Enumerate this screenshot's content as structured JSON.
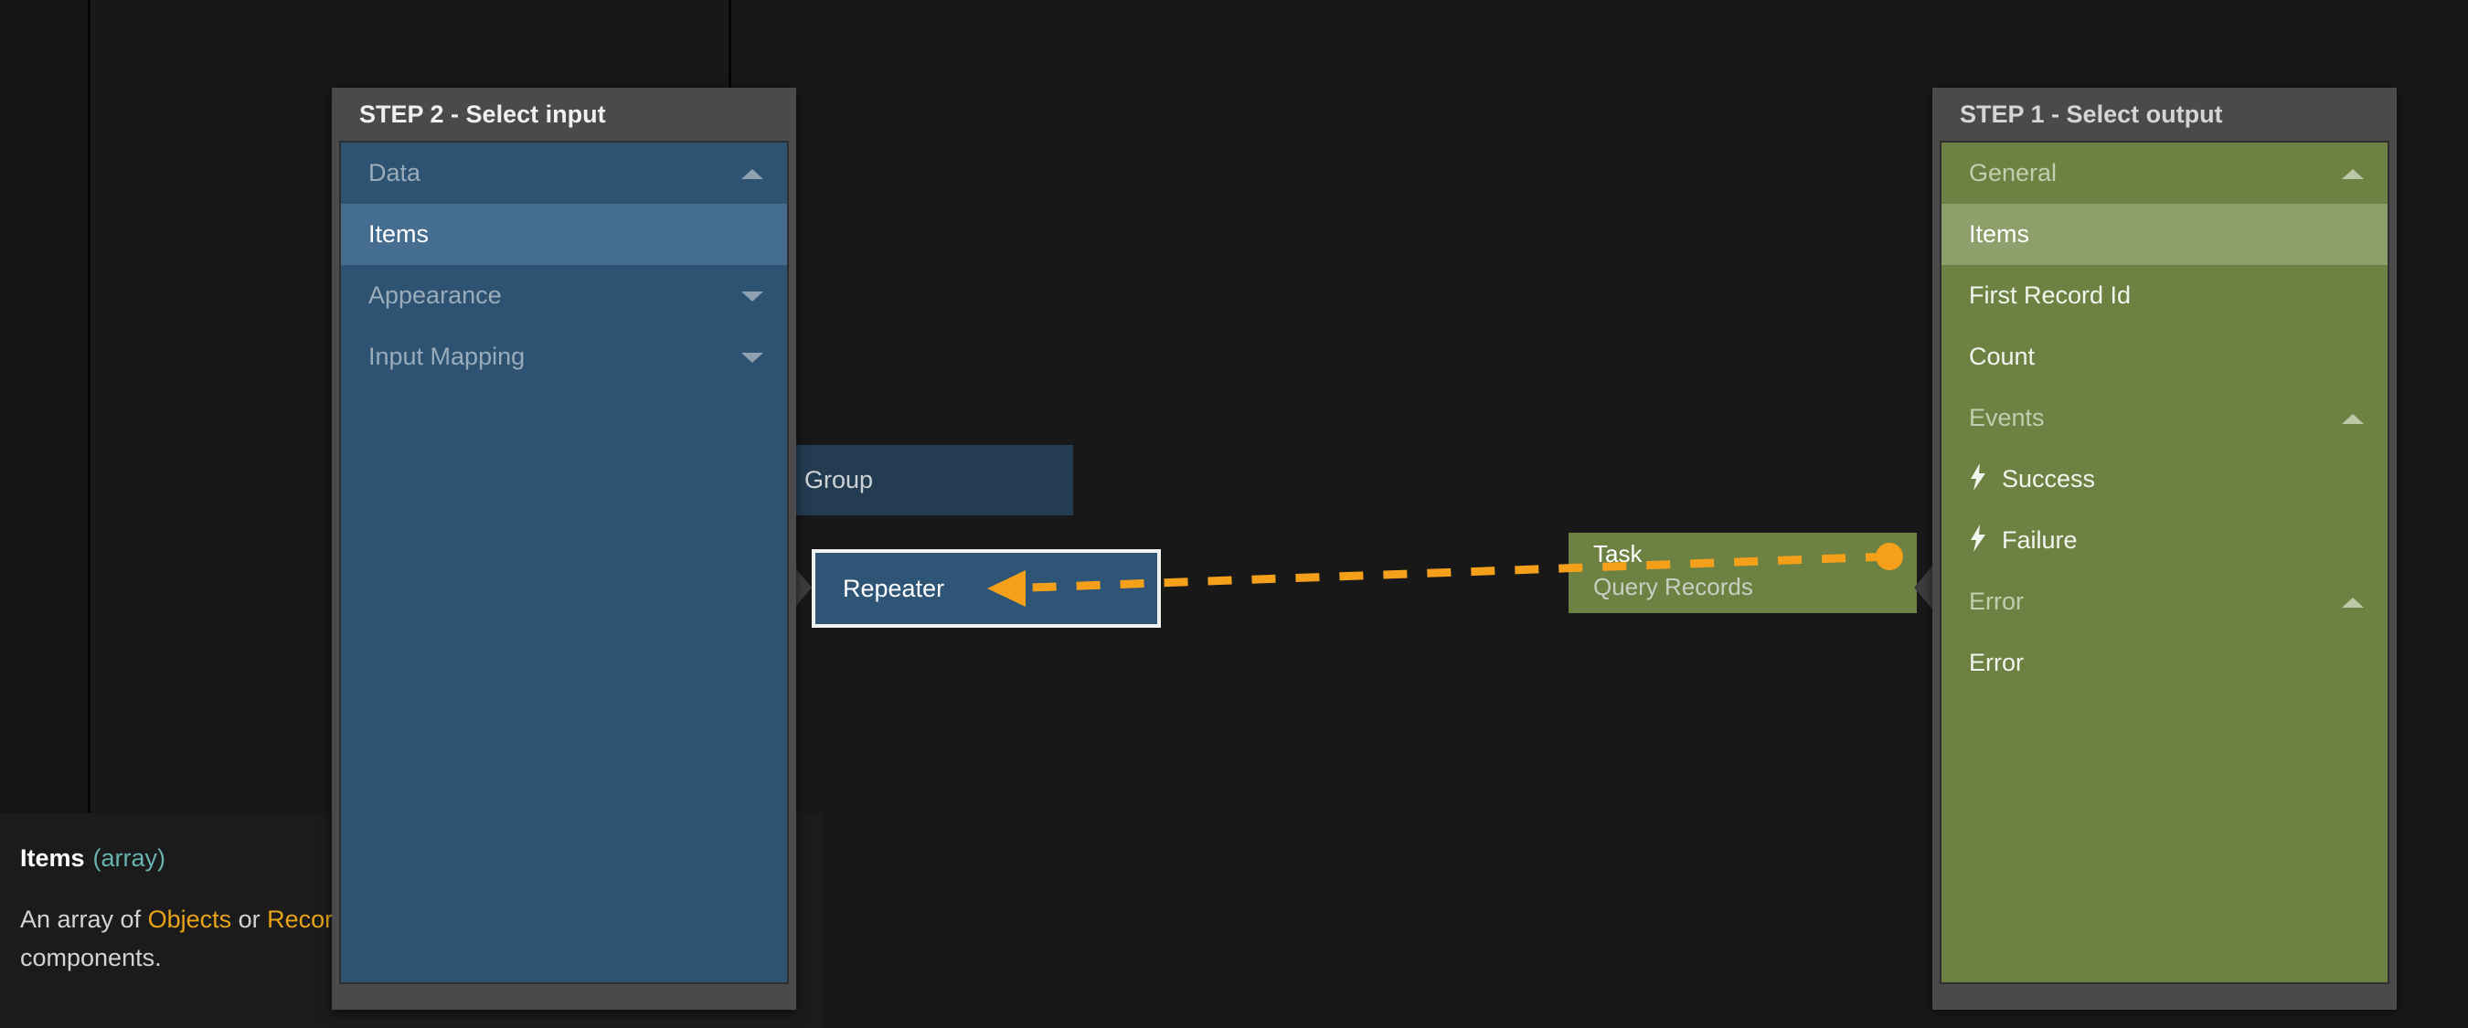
{
  "app": {
    "canvas_bg": "#181818",
    "accent_orange": "#f5a01b",
    "blue": "#2d5272",
    "green": "#6d8242"
  },
  "canvas": {
    "nodes": [
      {
        "id": "group",
        "title": "Group",
        "subtitle": ""
      },
      {
        "id": "repeater",
        "title": "Repeater",
        "subtitle": ""
      },
      {
        "id": "task",
        "title": "Task",
        "subtitle": "Query Records"
      }
    ]
  },
  "tooltip": {
    "title": "Items",
    "type": "(array)",
    "body_prefix": "An array of ",
    "kw1": "Objects",
    "body_mid": " or ",
    "kw2": "Records",
    "body_suffix": " used to dynamically create components.",
    "line1_visible": "An array of Objects or Re",
    "line2_visible": "dynamically create comp"
  },
  "panel_input": {
    "header": "STEP 2 - Select input",
    "rows": [
      {
        "label": "Data",
        "kind": "group-hdr",
        "caret": "up",
        "selected": false,
        "icon": null
      },
      {
        "label": "Items",
        "kind": "item",
        "caret": null,
        "selected": true,
        "icon": null
      },
      {
        "label": "Appearance",
        "kind": "group-hdr",
        "caret": "down",
        "selected": false,
        "icon": null
      },
      {
        "label": "Input Mapping",
        "kind": "group-hdr",
        "caret": "down",
        "selected": false,
        "icon": null
      }
    ]
  },
  "panel_output": {
    "header": "STEP 1 - Select output",
    "rows": [
      {
        "label": "General",
        "kind": "group-hdr",
        "caret": "up",
        "selected": false,
        "icon": null
      },
      {
        "label": "Items",
        "kind": "item",
        "caret": null,
        "selected": true,
        "icon": null
      },
      {
        "label": "First Record Id",
        "kind": "item",
        "caret": null,
        "selected": false,
        "icon": null
      },
      {
        "label": "Count",
        "kind": "item",
        "caret": null,
        "selected": false,
        "icon": null
      },
      {
        "label": "Events",
        "kind": "group-hdr",
        "caret": "up",
        "selected": false,
        "icon": null
      },
      {
        "label": "Success",
        "kind": "item",
        "caret": null,
        "selected": false,
        "icon": "bolt-icon"
      },
      {
        "label": "Failure",
        "kind": "item",
        "caret": null,
        "selected": false,
        "icon": "bolt-icon"
      },
      {
        "label": "Error",
        "kind": "group-hdr",
        "caret": "up",
        "selected": false,
        "icon": null
      },
      {
        "label": "Error",
        "kind": "item",
        "caret": null,
        "selected": false,
        "icon": null
      }
    ]
  }
}
